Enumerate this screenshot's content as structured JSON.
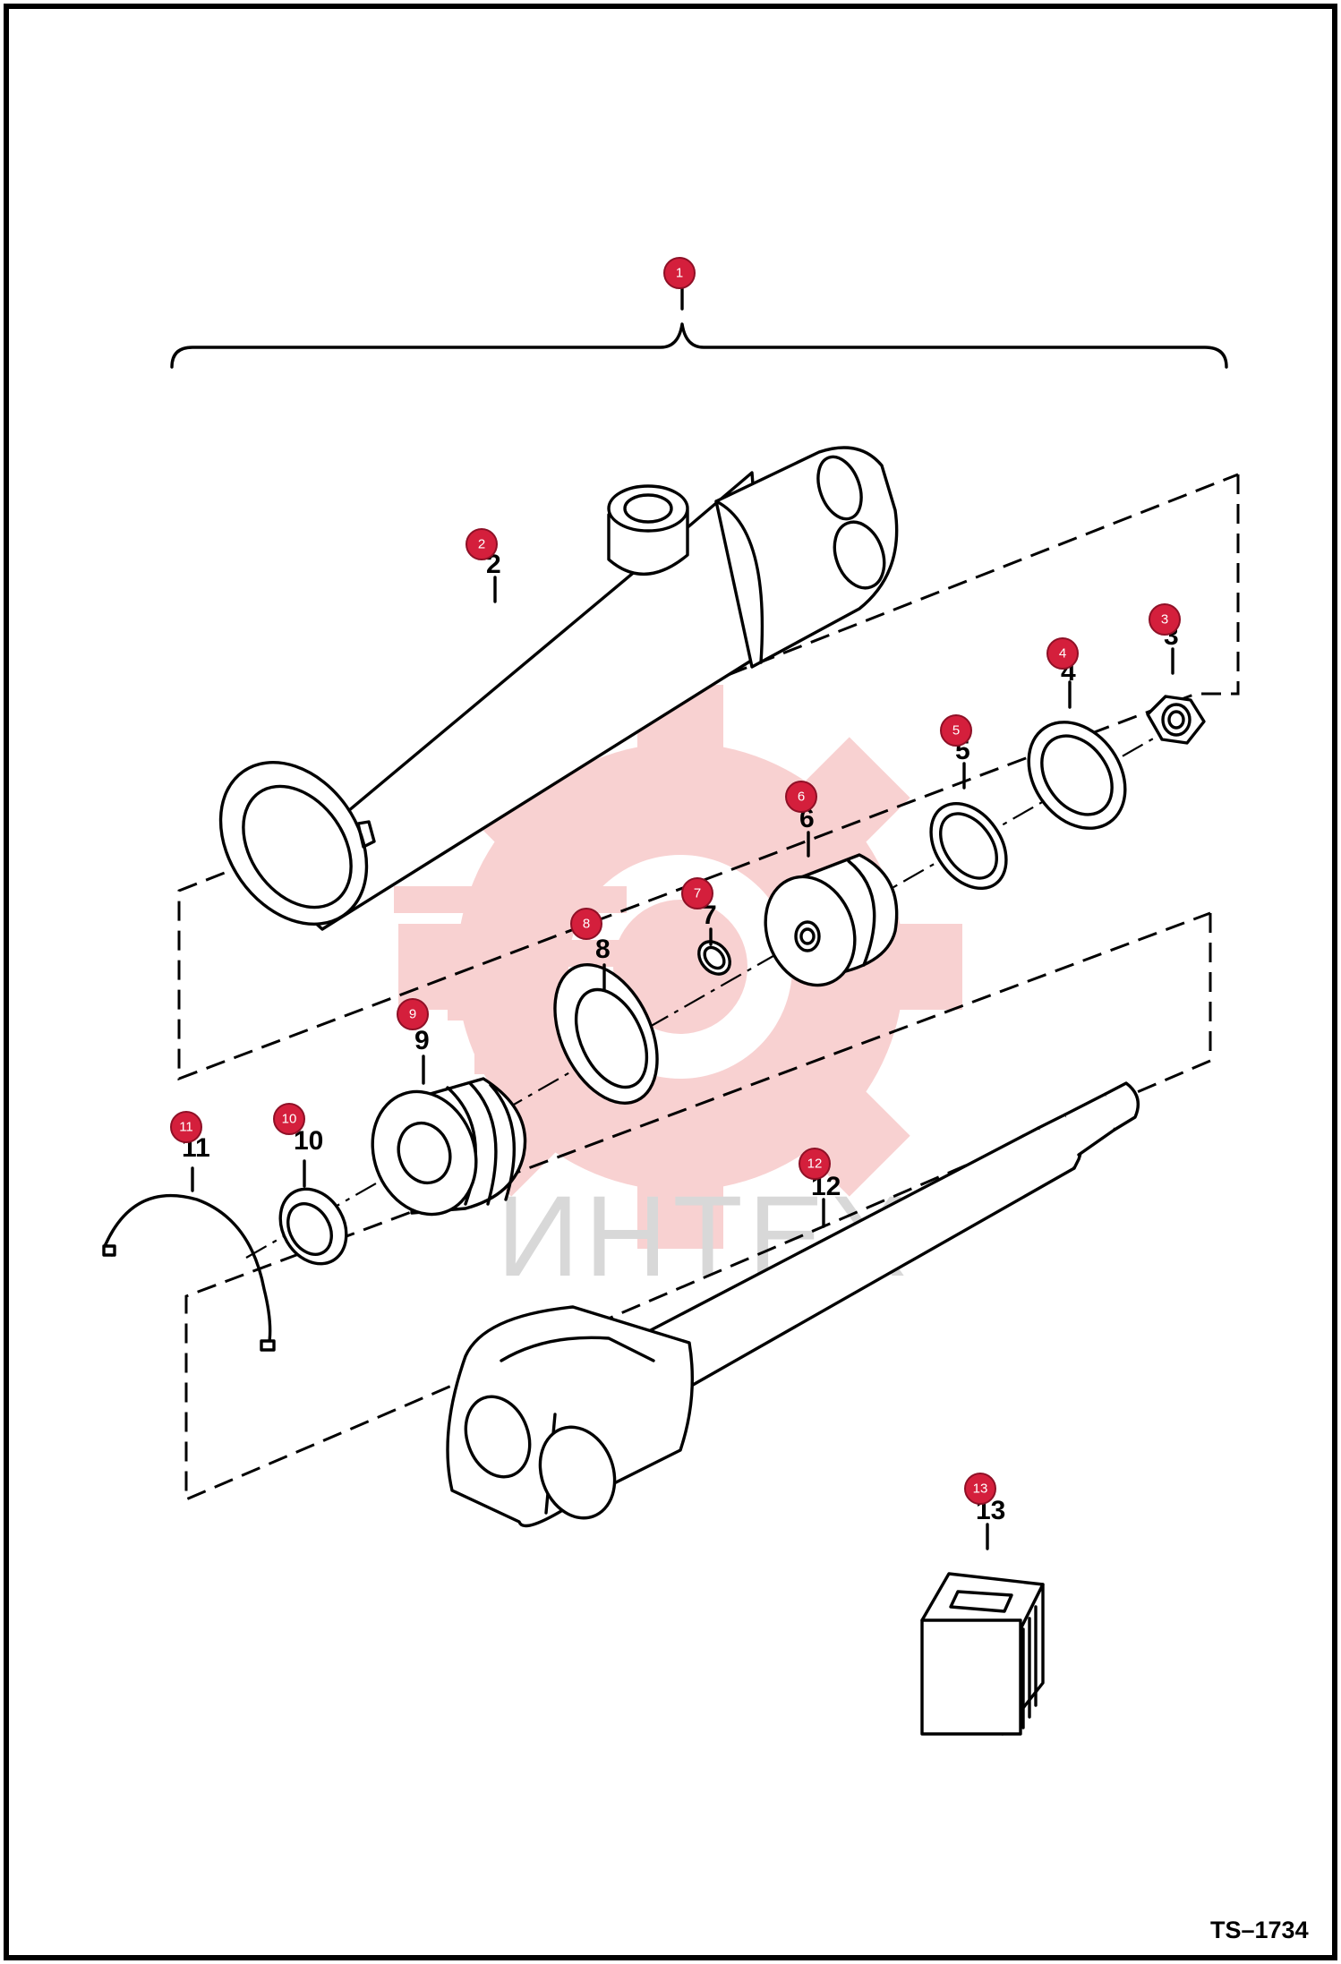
{
  "figure_id": "TS–1734",
  "watermark": "ИНТЕХ",
  "colors": {
    "callout_fill": "#d41f3c",
    "watermark_gear": "#f7caca",
    "line": "#000000"
  },
  "parts": [
    {
      "callout": "1",
      "label": ""
    },
    {
      "callout": "2",
      "label": "2"
    },
    {
      "callout": "3",
      "label": "3"
    },
    {
      "callout": "4",
      "label": "4"
    },
    {
      "callout": "5",
      "label": "5"
    },
    {
      "callout": "6",
      "label": "6"
    },
    {
      "callout": "7",
      "label": "7"
    },
    {
      "callout": "8",
      "label": "8"
    },
    {
      "callout": "9",
      "label": "9"
    },
    {
      "callout": "10",
      "label": "10"
    },
    {
      "callout": "11",
      "label": "11"
    },
    {
      "callout": "12",
      "label": "12"
    },
    {
      "callout": "13",
      "label": "13"
    }
  ]
}
